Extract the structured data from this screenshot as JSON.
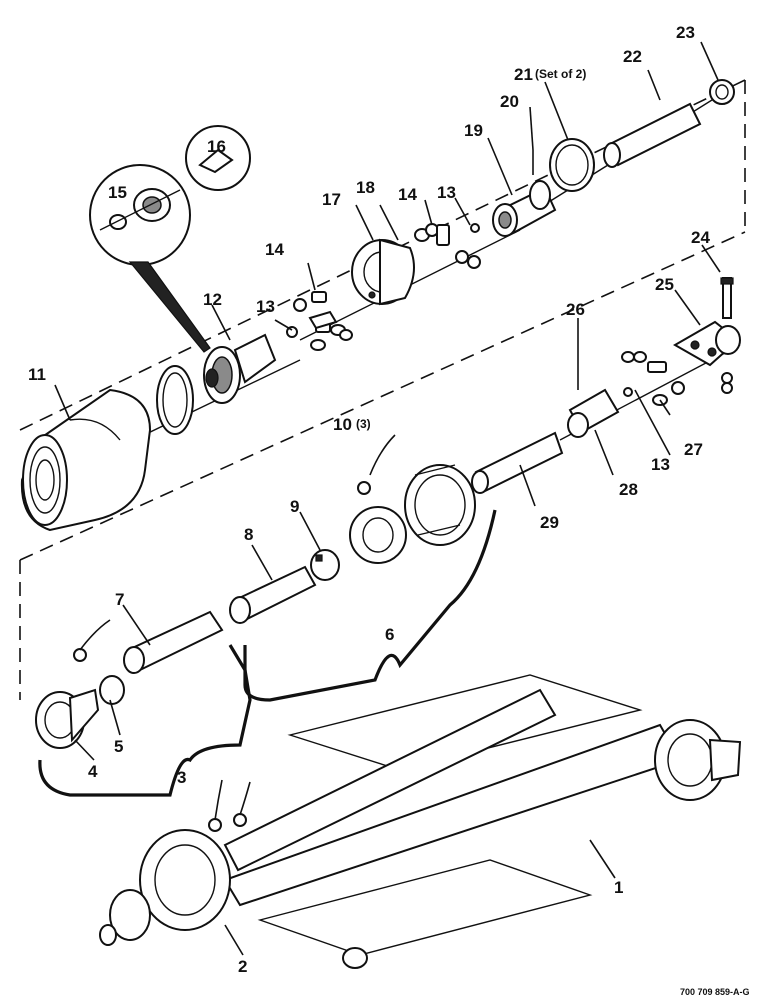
{
  "figure_code": "700 709 859-A-G",
  "callouts": [
    {
      "id": "c1",
      "text": "1"
    },
    {
      "id": "c2",
      "text": "2"
    },
    {
      "id": "c3",
      "text": "3"
    },
    {
      "id": "c4",
      "text": "4"
    },
    {
      "id": "c5",
      "text": "5"
    },
    {
      "id": "c6",
      "text": "6"
    },
    {
      "id": "c7",
      "text": "7"
    },
    {
      "id": "c8",
      "text": "8"
    },
    {
      "id": "c9",
      "text": "9"
    },
    {
      "id": "c10",
      "text": "10"
    },
    {
      "id": "c10q",
      "text": "(3)"
    },
    {
      "id": "c11",
      "text": "11"
    },
    {
      "id": "c12",
      "text": "12"
    },
    {
      "id": "c13a",
      "text": "13"
    },
    {
      "id": "c13b",
      "text": "13"
    },
    {
      "id": "c13c",
      "text": "13"
    },
    {
      "id": "c14a",
      "text": "14"
    },
    {
      "id": "c14b",
      "text": "14"
    },
    {
      "id": "c15",
      "text": "15"
    },
    {
      "id": "c16",
      "text": "16"
    },
    {
      "id": "c17",
      "text": "17"
    },
    {
      "id": "c18",
      "text": "18"
    },
    {
      "id": "c19",
      "text": "19"
    },
    {
      "id": "c20",
      "text": "20"
    },
    {
      "id": "c21",
      "text": "21"
    },
    {
      "id": "c21q",
      "text": "(Set of 2)"
    },
    {
      "id": "c22",
      "text": "22"
    },
    {
      "id": "c23",
      "text": "23"
    },
    {
      "id": "c24",
      "text": "24"
    },
    {
      "id": "c25",
      "text": "25"
    },
    {
      "id": "c26",
      "text": "26"
    },
    {
      "id": "c27",
      "text": "27"
    },
    {
      "id": "c28",
      "text": "28"
    },
    {
      "id": "c29",
      "text": "29"
    }
  ]
}
